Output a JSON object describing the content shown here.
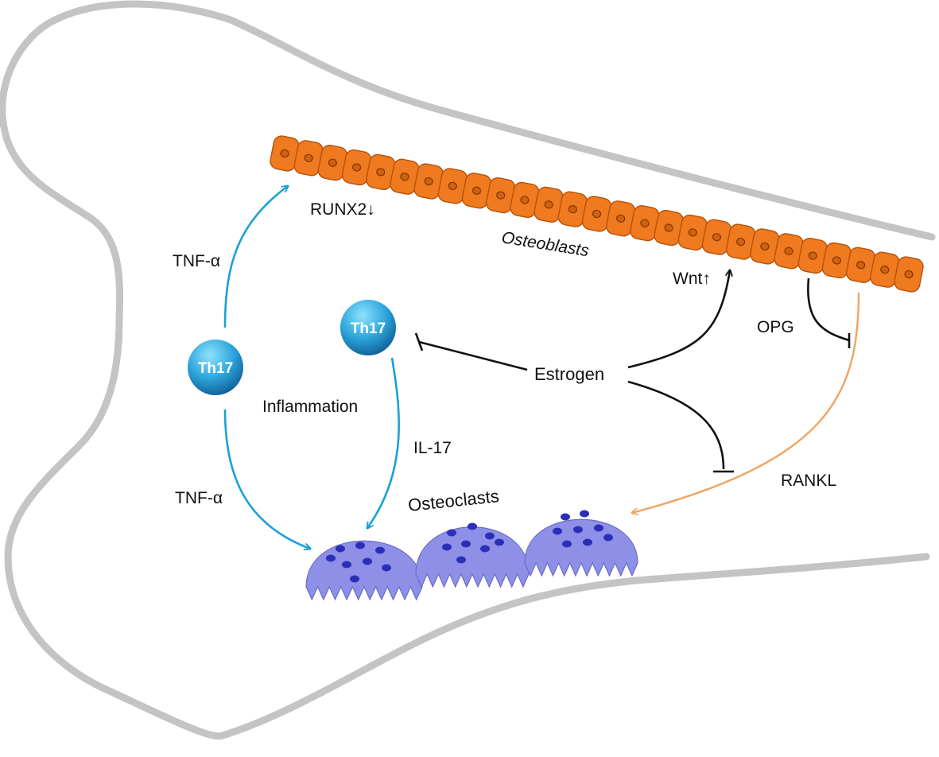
{
  "labels": {
    "runx2": "RUNX2↓",
    "osteoblasts": "Osteoblasts",
    "wnt": "Wnt↑",
    "opg": "OPG",
    "tnf_alpha_top": "TNF-α",
    "th17_left": "Th17",
    "th17_center": "Th17",
    "inflammation": "Inflammation",
    "estrogen": "Estrogen",
    "il17": "IL-17",
    "tnf_alpha_bottom": "TNF-α",
    "rankl": "RANKL",
    "osteoclasts": "Osteoclasts"
  },
  "colors": {
    "bone_outline": "#c4c4c4",
    "osteoblast_fill": "#f07a1f",
    "osteoblast_stroke": "#b4520c",
    "th17_light": "#6fd3f5",
    "th17_dark": "#1470a8",
    "tnf_arrow": "#1aa0d8",
    "rankl_arrow": "#f0a461",
    "estrogen_line": "#111111",
    "osteoclast_fill": "#8d90e6",
    "osteoclast_dot": "#2b2fb8"
  }
}
